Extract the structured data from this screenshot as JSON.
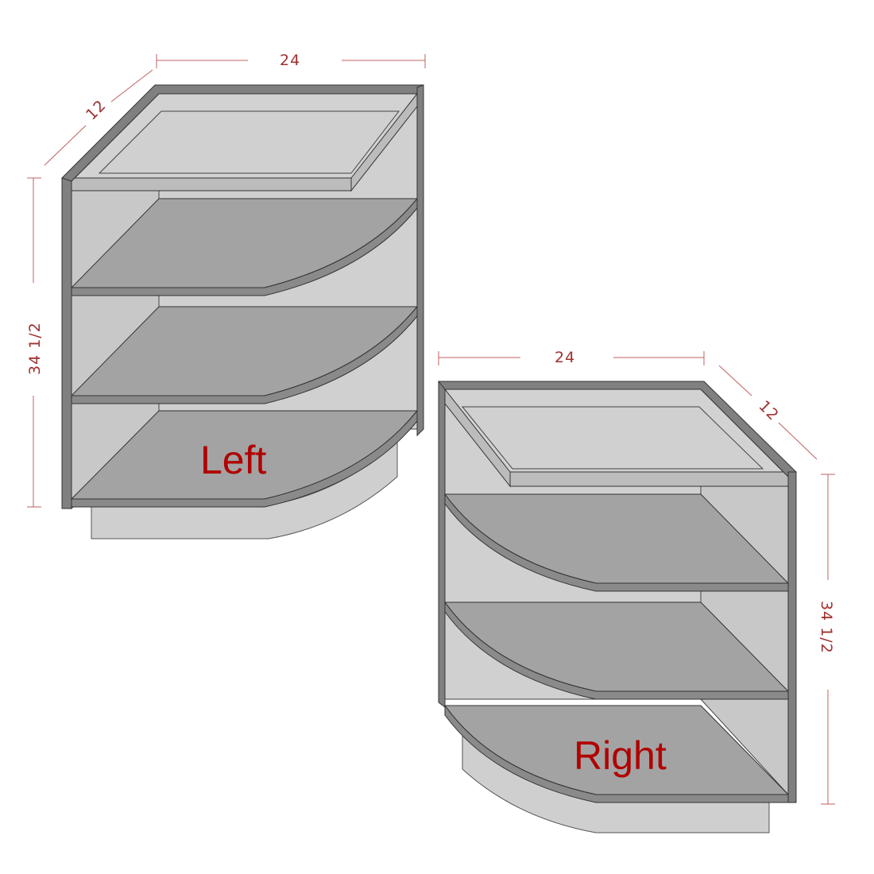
{
  "left_cabinet": {
    "label": "Left",
    "width_label": "24",
    "depth_label": "12",
    "height_label": "34 1/2"
  },
  "right_cabinet": {
    "label": "Right",
    "width_label": "24",
    "depth_label": "12",
    "height_label": "34 1/2"
  },
  "colors": {
    "dimension": "#a03030",
    "label": "#b00000",
    "frame": "#808080",
    "shelf": "#a3a3a3",
    "panel": "#d0d0d0"
  }
}
